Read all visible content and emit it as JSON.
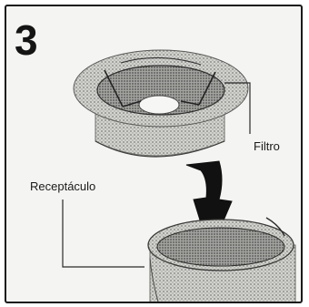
{
  "step": {
    "number": "3"
  },
  "labels": {
    "filter": "Filtro",
    "receptacle": "Receptáculo"
  },
  "colors": {
    "border": "#1a1a1a",
    "ink": "#141414",
    "paper": "#f4f4f2",
    "halftone_light": "#c9c9c6",
    "halftone_dark": "#8d8d8a"
  },
  "icons": {
    "filter": "filter-basket-illustration",
    "arrow": "curved-down-arrow",
    "receptacle": "receptacle-cup-illustration"
  }
}
